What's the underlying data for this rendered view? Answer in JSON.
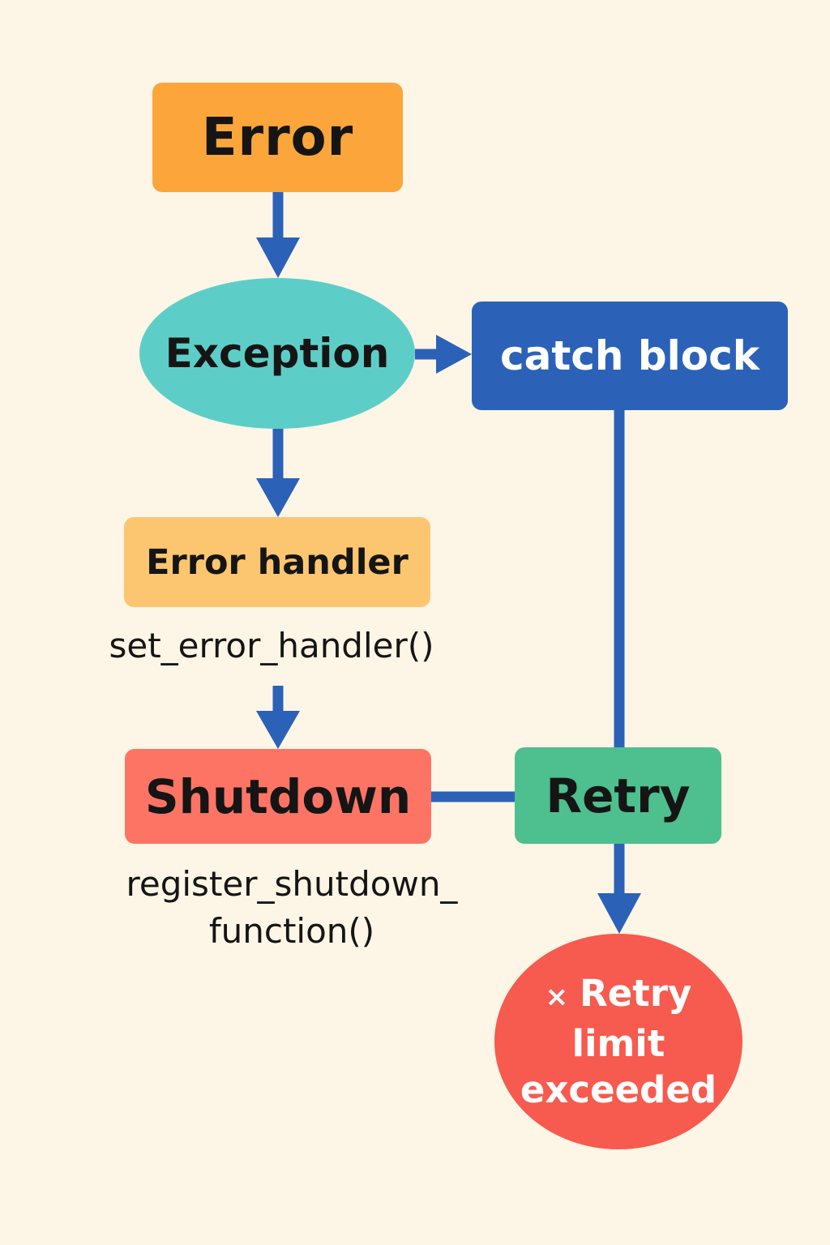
{
  "colors": {
    "background": "#fdf6e6",
    "arrow": "#2b62b8",
    "error": "#fba53a",
    "exception": "#5dcec7",
    "catch_block": "#2b62b8",
    "error_handler": "#fcc670",
    "shutdown": "#fd7465",
    "retry": "#4ebf8f",
    "limit": "#f75a4e"
  },
  "nodes": {
    "error": "Error",
    "exception": "Exception",
    "catch_block": "catch block",
    "error_handler": "Error handler",
    "shutdown": "Shutdown",
    "retry": "Retry",
    "limit": {
      "icon": "×",
      "line1": "Retry",
      "line2": "limit",
      "line3": "exceeded"
    }
  },
  "annotations": {
    "error_handler_fn": "set_error_handler()",
    "shutdown_fn_line1": "register_shutdown_",
    "shutdown_fn_line2": "function()"
  },
  "edges": [
    {
      "from": "Error",
      "to": "Exception",
      "arrow": true
    },
    {
      "from": "Exception",
      "to": "catch block",
      "arrow": true
    },
    {
      "from": "Exception",
      "to": "Error handler",
      "arrow": true
    },
    {
      "from": "set_error_handler()",
      "to": "Shutdown",
      "arrow": true
    },
    {
      "from": "catch block",
      "to": "Retry",
      "arrow": false
    },
    {
      "from": "Shutdown",
      "to": "Retry",
      "arrow": false
    },
    {
      "from": "Retry",
      "to": "Retry limit exceeded",
      "arrow": true
    }
  ]
}
